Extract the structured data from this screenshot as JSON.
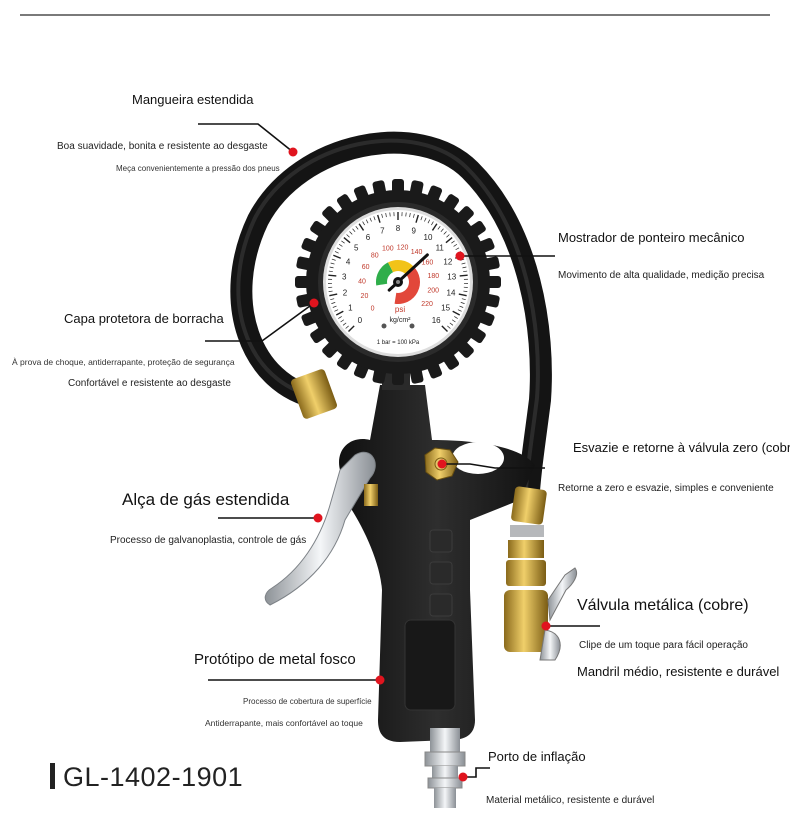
{
  "model_code": "GL-1402-1901",
  "gauge_face": {
    "unit_psi": "psi",
    "unit_kg": "kg/cm²",
    "note": "1 bar = 100 kPa",
    "kg_ticks": [
      "0",
      "1",
      "2",
      "3",
      "4",
      "5",
      "6",
      "7",
      "8",
      "9",
      "10",
      "11",
      "12",
      "13",
      "14",
      "15",
      "16"
    ],
    "psi_ticks": [
      "0",
      "20",
      "40",
      "60",
      "80",
      "100",
      "120",
      "140",
      "160",
      "180",
      "200",
      "220"
    ],
    "needle_value_kg": 10.8
  },
  "callouts": {
    "hose": {
      "title": "Mangueira estendida",
      "line1": "Boa suavidade, bonita e resistente ao desgaste",
      "line2": "Meça convenientemente a pressão dos pneus"
    },
    "dial": {
      "title": "Mostrador de ponteiro mecânico",
      "line1": "Movimento de alta qualidade, medição precisa"
    },
    "rubber_cap": {
      "title": "Capa protetora de borracha",
      "line1": "À prova de choque, antiderrapante, proteção de segurança",
      "line2": "Confortável e resistente ao desgaste"
    },
    "zero_valve": {
      "title": "Esvazie e retorne à válvula zero (cobre)",
      "line1": "Retorne a zero e esvazie, simples e conveniente"
    },
    "handle": {
      "title": "Alça de gás estendida",
      "line1": "Processo de galvanoplastia, controle de gás"
    },
    "metal_valve": {
      "title": "Válvula metálica (cobre)",
      "line1": "Clipe de um toque para fácil operação",
      "line2": "Mandril médio, resistente e durável"
    },
    "prototype": {
      "title": "Protótipo de metal fosco",
      "line1": "Processo de cobertura de superfície",
      "line2": "Antiderrapante, mais confortável ao toque"
    },
    "inflation_port": {
      "title": "Porto de inflação",
      "line1": "Material metálico, resistente e durável"
    }
  },
  "colors": {
    "red_dot": "#e0141e",
    "brass": "#c9a236",
    "body": "#1e1e1e",
    "silver": "#c8ccd0"
  }
}
